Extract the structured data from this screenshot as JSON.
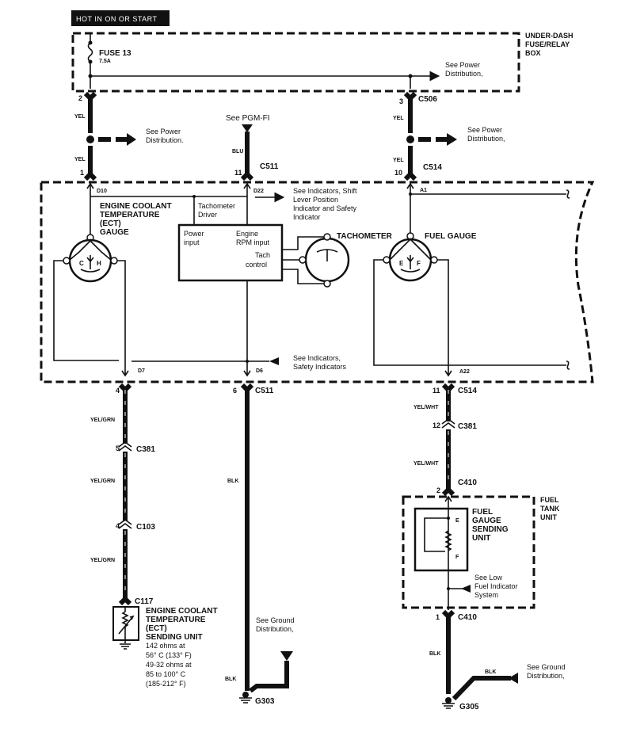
{
  "header": {
    "label": "HOT IN ON OR START"
  },
  "fuse_box": {
    "label_lines": [
      "UNDER-DASH",
      "FUSE/RELAY",
      "BOX"
    ],
    "fuse_name": "FUSE 13",
    "fuse_rating": "7.5A",
    "ref_power": [
      "See Power",
      "Distribution,"
    ]
  },
  "left_circuit": {
    "pin_top": "2",
    "wire_upper": "YEL",
    "ref_power": [
      "See Power",
      "Distribution."
    ],
    "wire_lower": "YEL",
    "pin_bottom": "1",
    "terminal": "D10"
  },
  "pgm_circuit": {
    "ref": "See PGM-FI",
    "wire": "BLU",
    "pin": "11",
    "connector": "C511",
    "terminal": "D22"
  },
  "right_circuit": {
    "pin_top": "3",
    "connector_top": "C506",
    "wire_upper": "YEL",
    "ref_power": [
      "See Power",
      "Distribution,"
    ],
    "wire_lower": "YEL",
    "pin_bottom": "10",
    "connector_bottom": "C514",
    "terminal": "A1"
  },
  "gauge_assembly": {
    "ref_indicators": [
      "See Indicators, Shift",
      "Lever Position",
      "Indicator and Safety",
      "Indicator"
    ],
    "ect_gauge": {
      "title": [
        "ENGINE COOLANT",
        "TEMPERATURE",
        "(ECT)",
        "GAUGE"
      ],
      "cold": "C",
      "hot": "H"
    },
    "tach_driver": {
      "title": [
        "Tachometer",
        "Driver"
      ],
      "power_input": [
        "Power",
        "input"
      ],
      "rpm_input": [
        "Engine",
        "RPM input"
      ],
      "tach_control": [
        "Tach",
        "control"
      ]
    },
    "tachometer": {
      "title": "TACHOMETER"
    },
    "fuel_gauge": {
      "title": "FUEL GAUGE",
      "empty": "E",
      "full": "F"
    },
    "ref_safety": [
      "See Indicators,",
      "Safety Indicators"
    ],
    "terminal_d7": "D7",
    "terminal_d6": "D6",
    "terminal_a22": "A22"
  },
  "ect_lower": {
    "pin_c511": "4",
    "wire1": "YEL/GRN",
    "pin_c381": "5",
    "connector_c381": "C381",
    "wire2": "YEL/GRN",
    "pin_c103": "4",
    "connector_c103": "C103",
    "wire3": "YEL/GRN",
    "connector_c117": "C117",
    "sender": {
      "title": [
        "ENGINE COOLANT",
        "TEMPERATURE",
        "(ECT)",
        "SENDING UNIT"
      ],
      "specs": [
        "142 ohms at",
        "56° C (133° F)",
        "49-32 ohms at",
        "85 to 100° C",
        "(185-212° F)"
      ]
    }
  },
  "ground_mid": {
    "pin": "6",
    "connector": "C511",
    "wire": "BLK",
    "wire2": "BLK",
    "ref": [
      "See Ground",
      "Distribution,"
    ],
    "ground": "G303"
  },
  "fuel_lower": {
    "pin_c514": "11",
    "connector_c514": "C514",
    "wire1": "YEL/WHT",
    "pin_c381": "12",
    "connector_c381": "C381",
    "wire2": "YEL/WHT",
    "pin_c410_top": "2",
    "connector_c410_top": "C410",
    "tank_unit": [
      "FUEL",
      "TANK",
      "UNIT"
    ],
    "sender": {
      "title": [
        "FUEL",
        "GAUGE",
        "SENDING",
        "UNIT"
      ],
      "empty": "E",
      "full": "F"
    },
    "ref_low_fuel": [
      "See Low",
      "Fuel Indicator",
      "System"
    ],
    "pin_c410_bottom": "1",
    "connector_c410_bottom": "C410",
    "wire3": "BLK",
    "wire4": "BLK",
    "ref_ground": [
      "See Ground",
      "Distribution,"
    ],
    "ground": "G305"
  }
}
